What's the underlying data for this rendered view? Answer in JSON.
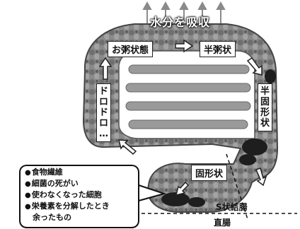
{
  "title": "水分を吸収",
  "stages": {
    "s1": "お粥状態",
    "s2": "半粥状",
    "s3": "半固形状",
    "s4": "固形状",
    "s5": "ドロドロ…"
  },
  "note_items": [
    "食物繊維",
    "細菌の死がい",
    "使わなくなった細胞",
    "栄養素を分解したとき",
    "余ったもの"
  ],
  "labels": {
    "sigmoid": "S状結腸",
    "rectum": "直腸"
  }
}
